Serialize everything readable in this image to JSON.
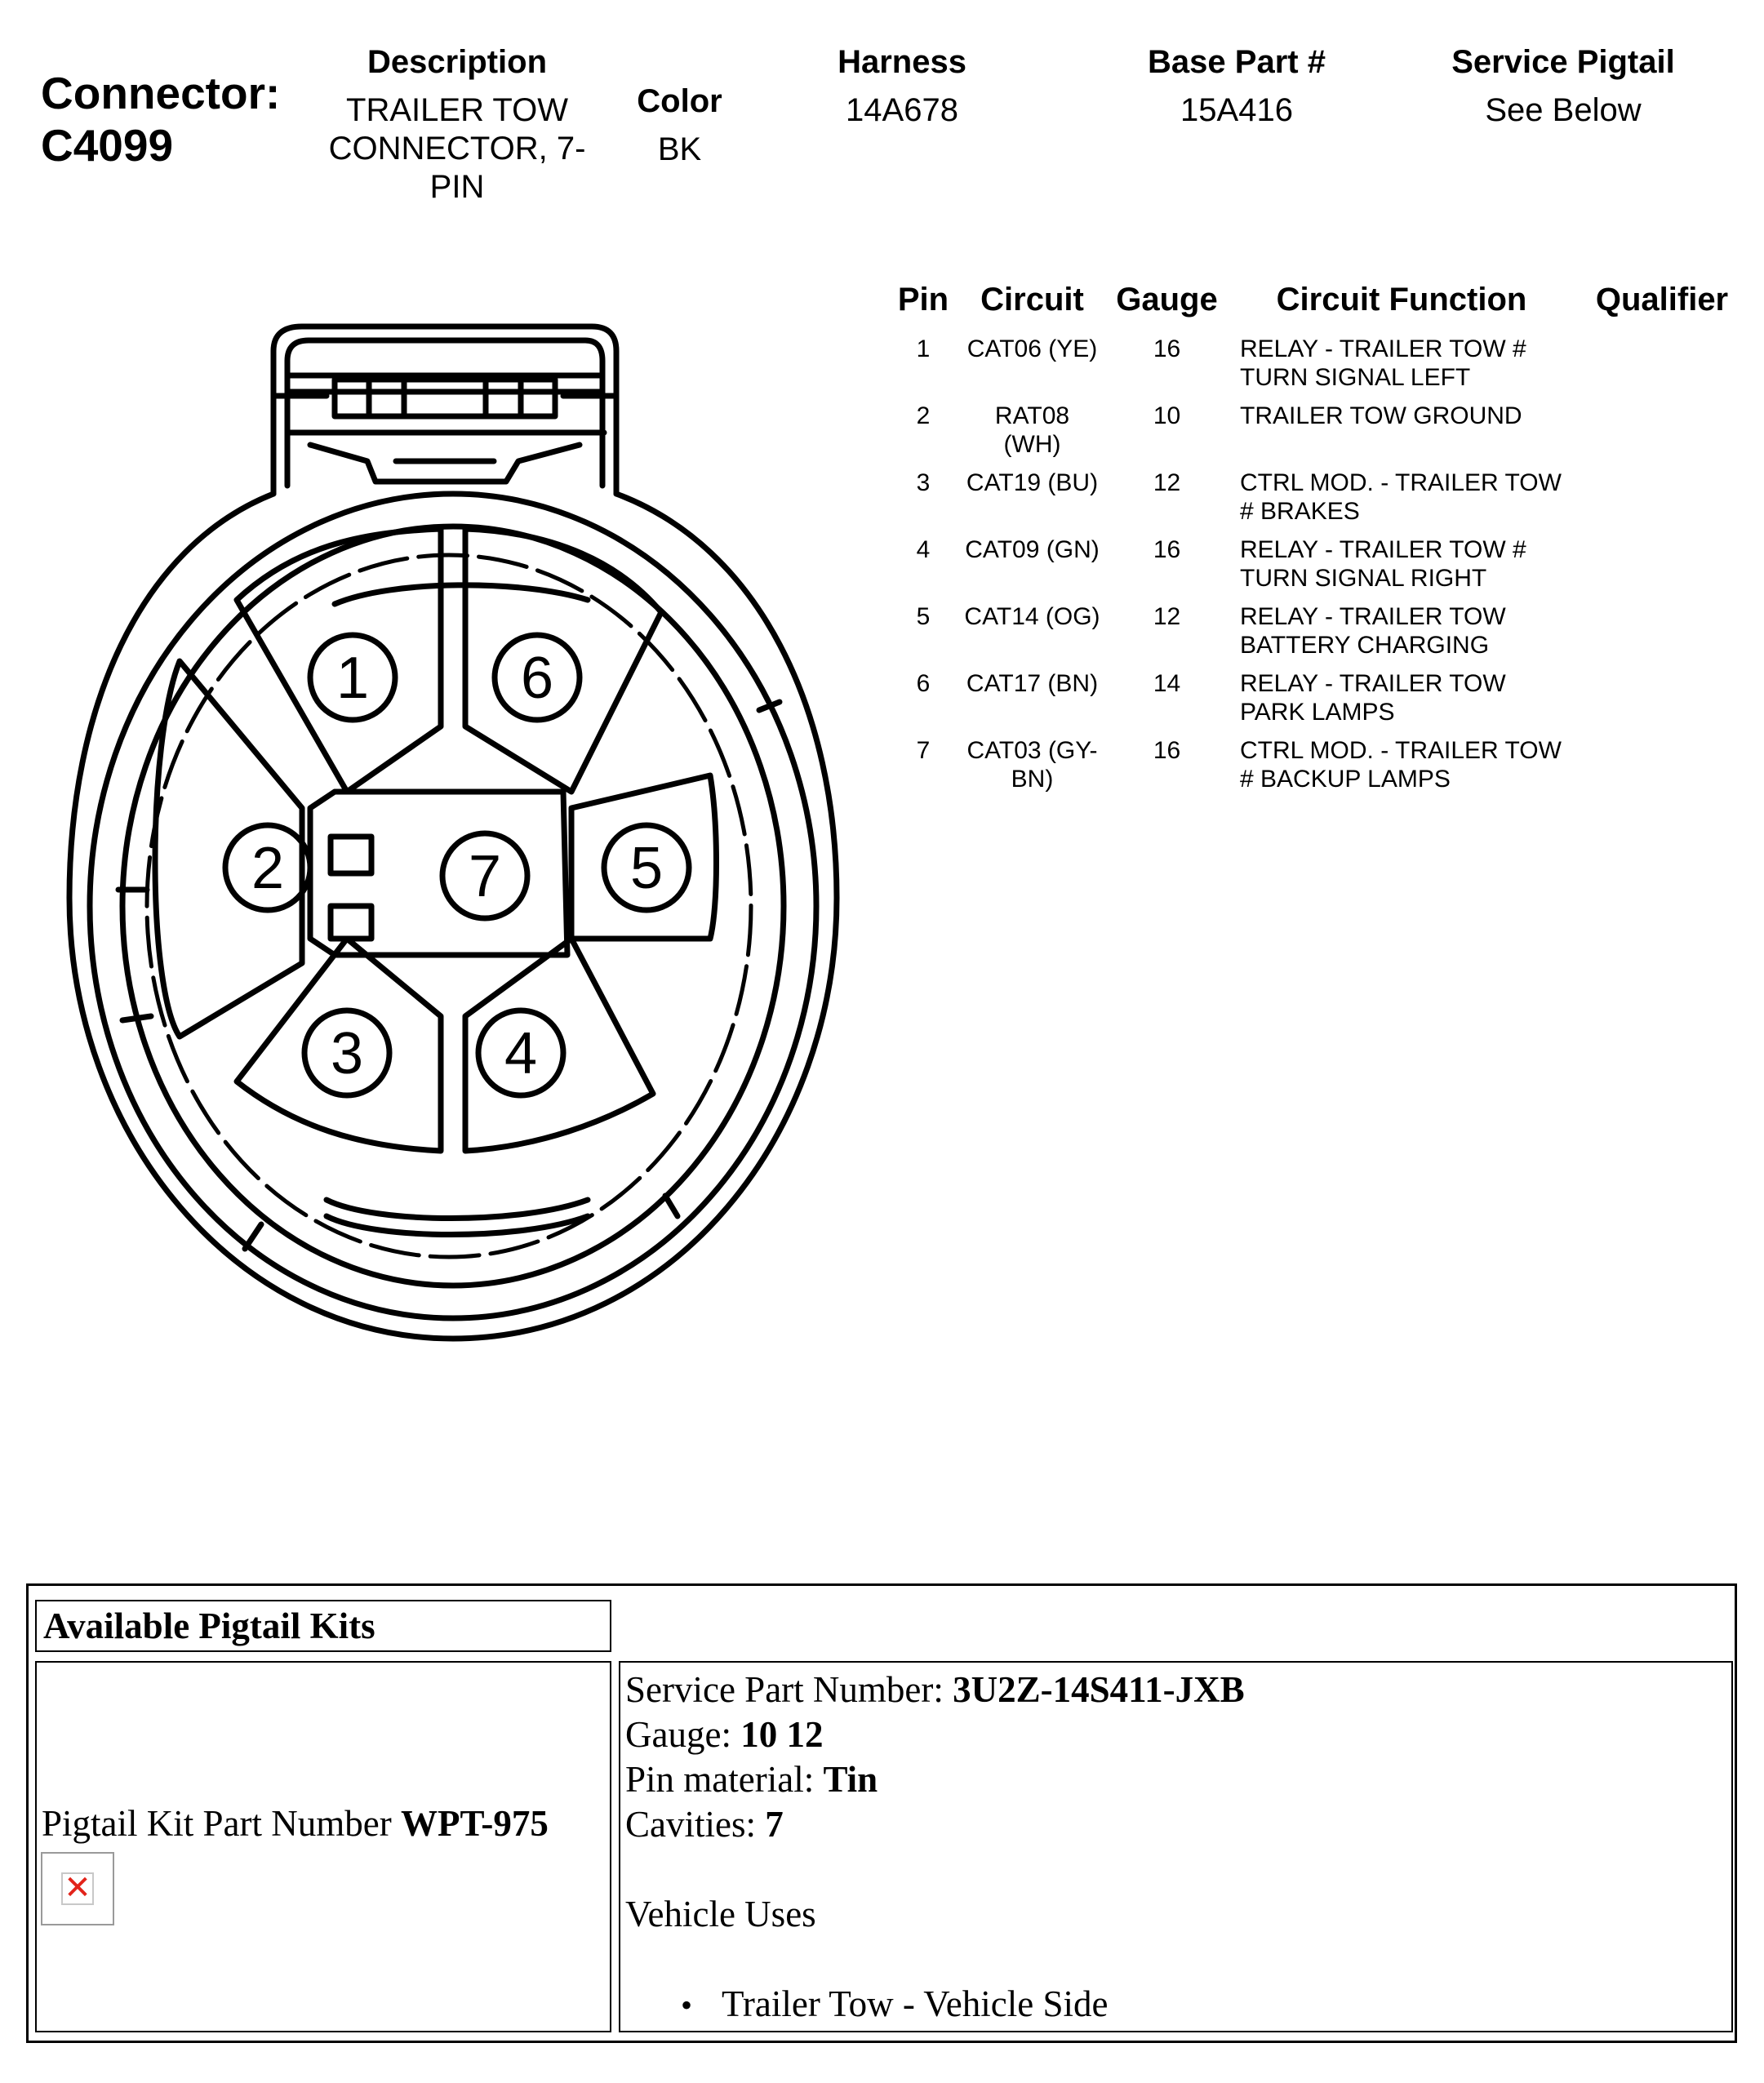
{
  "header": {
    "connector_label": "Connector:",
    "connector_id": "C4099",
    "description_label": "Description",
    "description_lines": [
      "TRAILER TOW",
      "CONNECTOR, 7-",
      "PIN"
    ],
    "color_label": "Color",
    "color_value": "BK",
    "harness_label": "Harness",
    "harness_value": "14A678",
    "base_part_label": "Base Part #",
    "base_part_value": "15A416",
    "service_pigtail_label": "Service Pigtail",
    "service_pigtail_value": "See Below"
  },
  "pin_table": {
    "headers": [
      "Pin",
      "Circuit",
      "Gauge",
      "Circuit Function",
      "Qualifier"
    ],
    "rows": [
      {
        "pin": "1",
        "circuit": [
          "CAT06 (YE)"
        ],
        "gauge": "16",
        "function": [
          "RELAY - TRAILER TOW #",
          "TURN SIGNAL LEFT"
        ],
        "qualifier": ""
      },
      {
        "pin": "2",
        "circuit": [
          "RAT08",
          "(WH)"
        ],
        "gauge": "10",
        "function": [
          "TRAILER TOW GROUND"
        ],
        "qualifier": ""
      },
      {
        "pin": "3",
        "circuit": [
          "CAT19 (BU)"
        ],
        "gauge": "12",
        "function": [
          "CTRL MOD. - TRAILER TOW",
          "# BRAKES"
        ],
        "qualifier": ""
      },
      {
        "pin": "4",
        "circuit": [
          "CAT09 (GN)"
        ],
        "gauge": "16",
        "function": [
          "RELAY - TRAILER TOW #",
          "TURN SIGNAL RIGHT"
        ],
        "qualifier": ""
      },
      {
        "pin": "5",
        "circuit": [
          "CAT14 (OG)"
        ],
        "gauge": "12",
        "function": [
          "RELAY - TRAILER TOW",
          "BATTERY CHARGING"
        ],
        "qualifier": ""
      },
      {
        "pin": "6",
        "circuit": [
          "CAT17 (BN)"
        ],
        "gauge": "14",
        "function": [
          "RELAY - TRAILER TOW",
          "PARK LAMPS"
        ],
        "qualifier": ""
      },
      {
        "pin": "7",
        "circuit": [
          "CAT03 (GY-",
          "BN)"
        ],
        "gauge": "16",
        "function": [
          "CTRL MOD. - TRAILER TOW",
          "# BACKUP LAMPS"
        ],
        "qualifier": ""
      }
    ]
  },
  "diagram": {
    "pin_labels": [
      "1",
      "2",
      "3",
      "4",
      "5",
      "6",
      "7"
    ]
  },
  "pigtail": {
    "title": "Available Pigtail Kits",
    "kit_label": "Pigtail Kit Part Number ",
    "kit_number": "WPT-975",
    "image_icon": "broken-image-icon",
    "service_part_label": "Service Part Number: ",
    "service_part_value": "3U2Z-14S411-JXB",
    "gauge_label": "Gauge: ",
    "gauge_value": "10 12",
    "pin_material_label": "Pin material: ",
    "pin_material_value": "Tin",
    "cavities_label": "Cavities: ",
    "cavities_value": "7",
    "vehicle_uses_label": "Vehicle Uses",
    "vehicle_uses": [
      "Trailer Tow - Vehicle Side"
    ]
  }
}
